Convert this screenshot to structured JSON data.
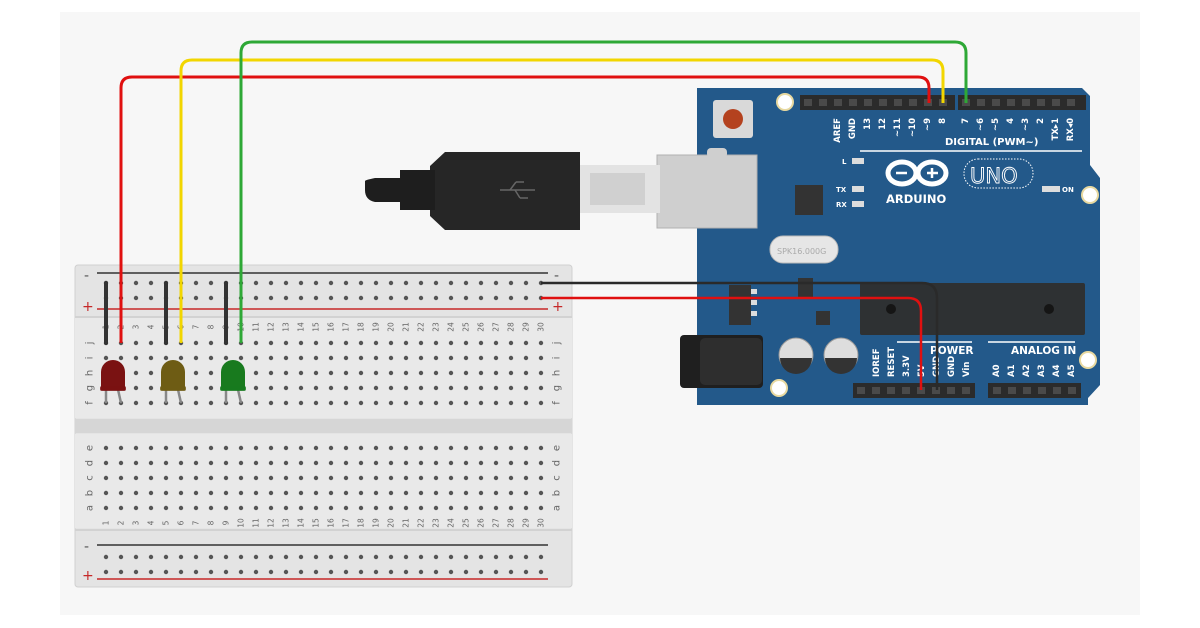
{
  "breadboard": {
    "columns": [
      "1",
      "2",
      "3",
      "4",
      "5",
      "6",
      "7",
      "8",
      "9",
      "10",
      "11",
      "12",
      "13",
      "14",
      "15",
      "16",
      "17",
      "18",
      "19",
      "20",
      "21",
      "22",
      "23",
      "24",
      "25",
      "26",
      "27",
      "28",
      "29",
      "30"
    ],
    "rows_top": [
      "j",
      "i",
      "h",
      "g",
      "f"
    ],
    "rows_bottom": [
      "e",
      "d",
      "c",
      "b",
      "a"
    ],
    "rail_minus": "-",
    "rail_plus": "+"
  },
  "leds": [
    {
      "color": "red",
      "fill": "#7a1212"
    },
    {
      "color": "yellow",
      "fill": "#6e5c14"
    },
    {
      "color": "green",
      "fill": "#187a1e"
    }
  ],
  "wires": {
    "red": "#e01010",
    "yellow": "#f2d600",
    "green": "#2ea836",
    "black": "#2a2a2a"
  },
  "arduino": {
    "board_color": "#23598a",
    "digital_header_1": [
      "AREF",
      "GND",
      "13",
      "12",
      "~11",
      "~10",
      "~9",
      "8"
    ],
    "digital_header_2": [
      "7",
      "~6",
      "~5",
      "4",
      "~3",
      "2",
      "TX▸1",
      "RX◂0"
    ],
    "digital_label": "DIGITAL (PWM~)",
    "power_pins": [
      "IOREF",
      "RESET",
      "3.3V",
      "5V",
      "GND",
      "GND",
      "Vin"
    ],
    "power_label": "POWER",
    "analog_pins": [
      "A0",
      "A1",
      "A2",
      "A3",
      "A4",
      "A5"
    ],
    "analog_label": "ANALOG IN",
    "brand": "ARDUINO",
    "model": "UNO",
    "led_l": "L",
    "led_tx": "TX",
    "led_rx": "RX",
    "led_on": "ON",
    "crystal": "SPK16.000G"
  }
}
